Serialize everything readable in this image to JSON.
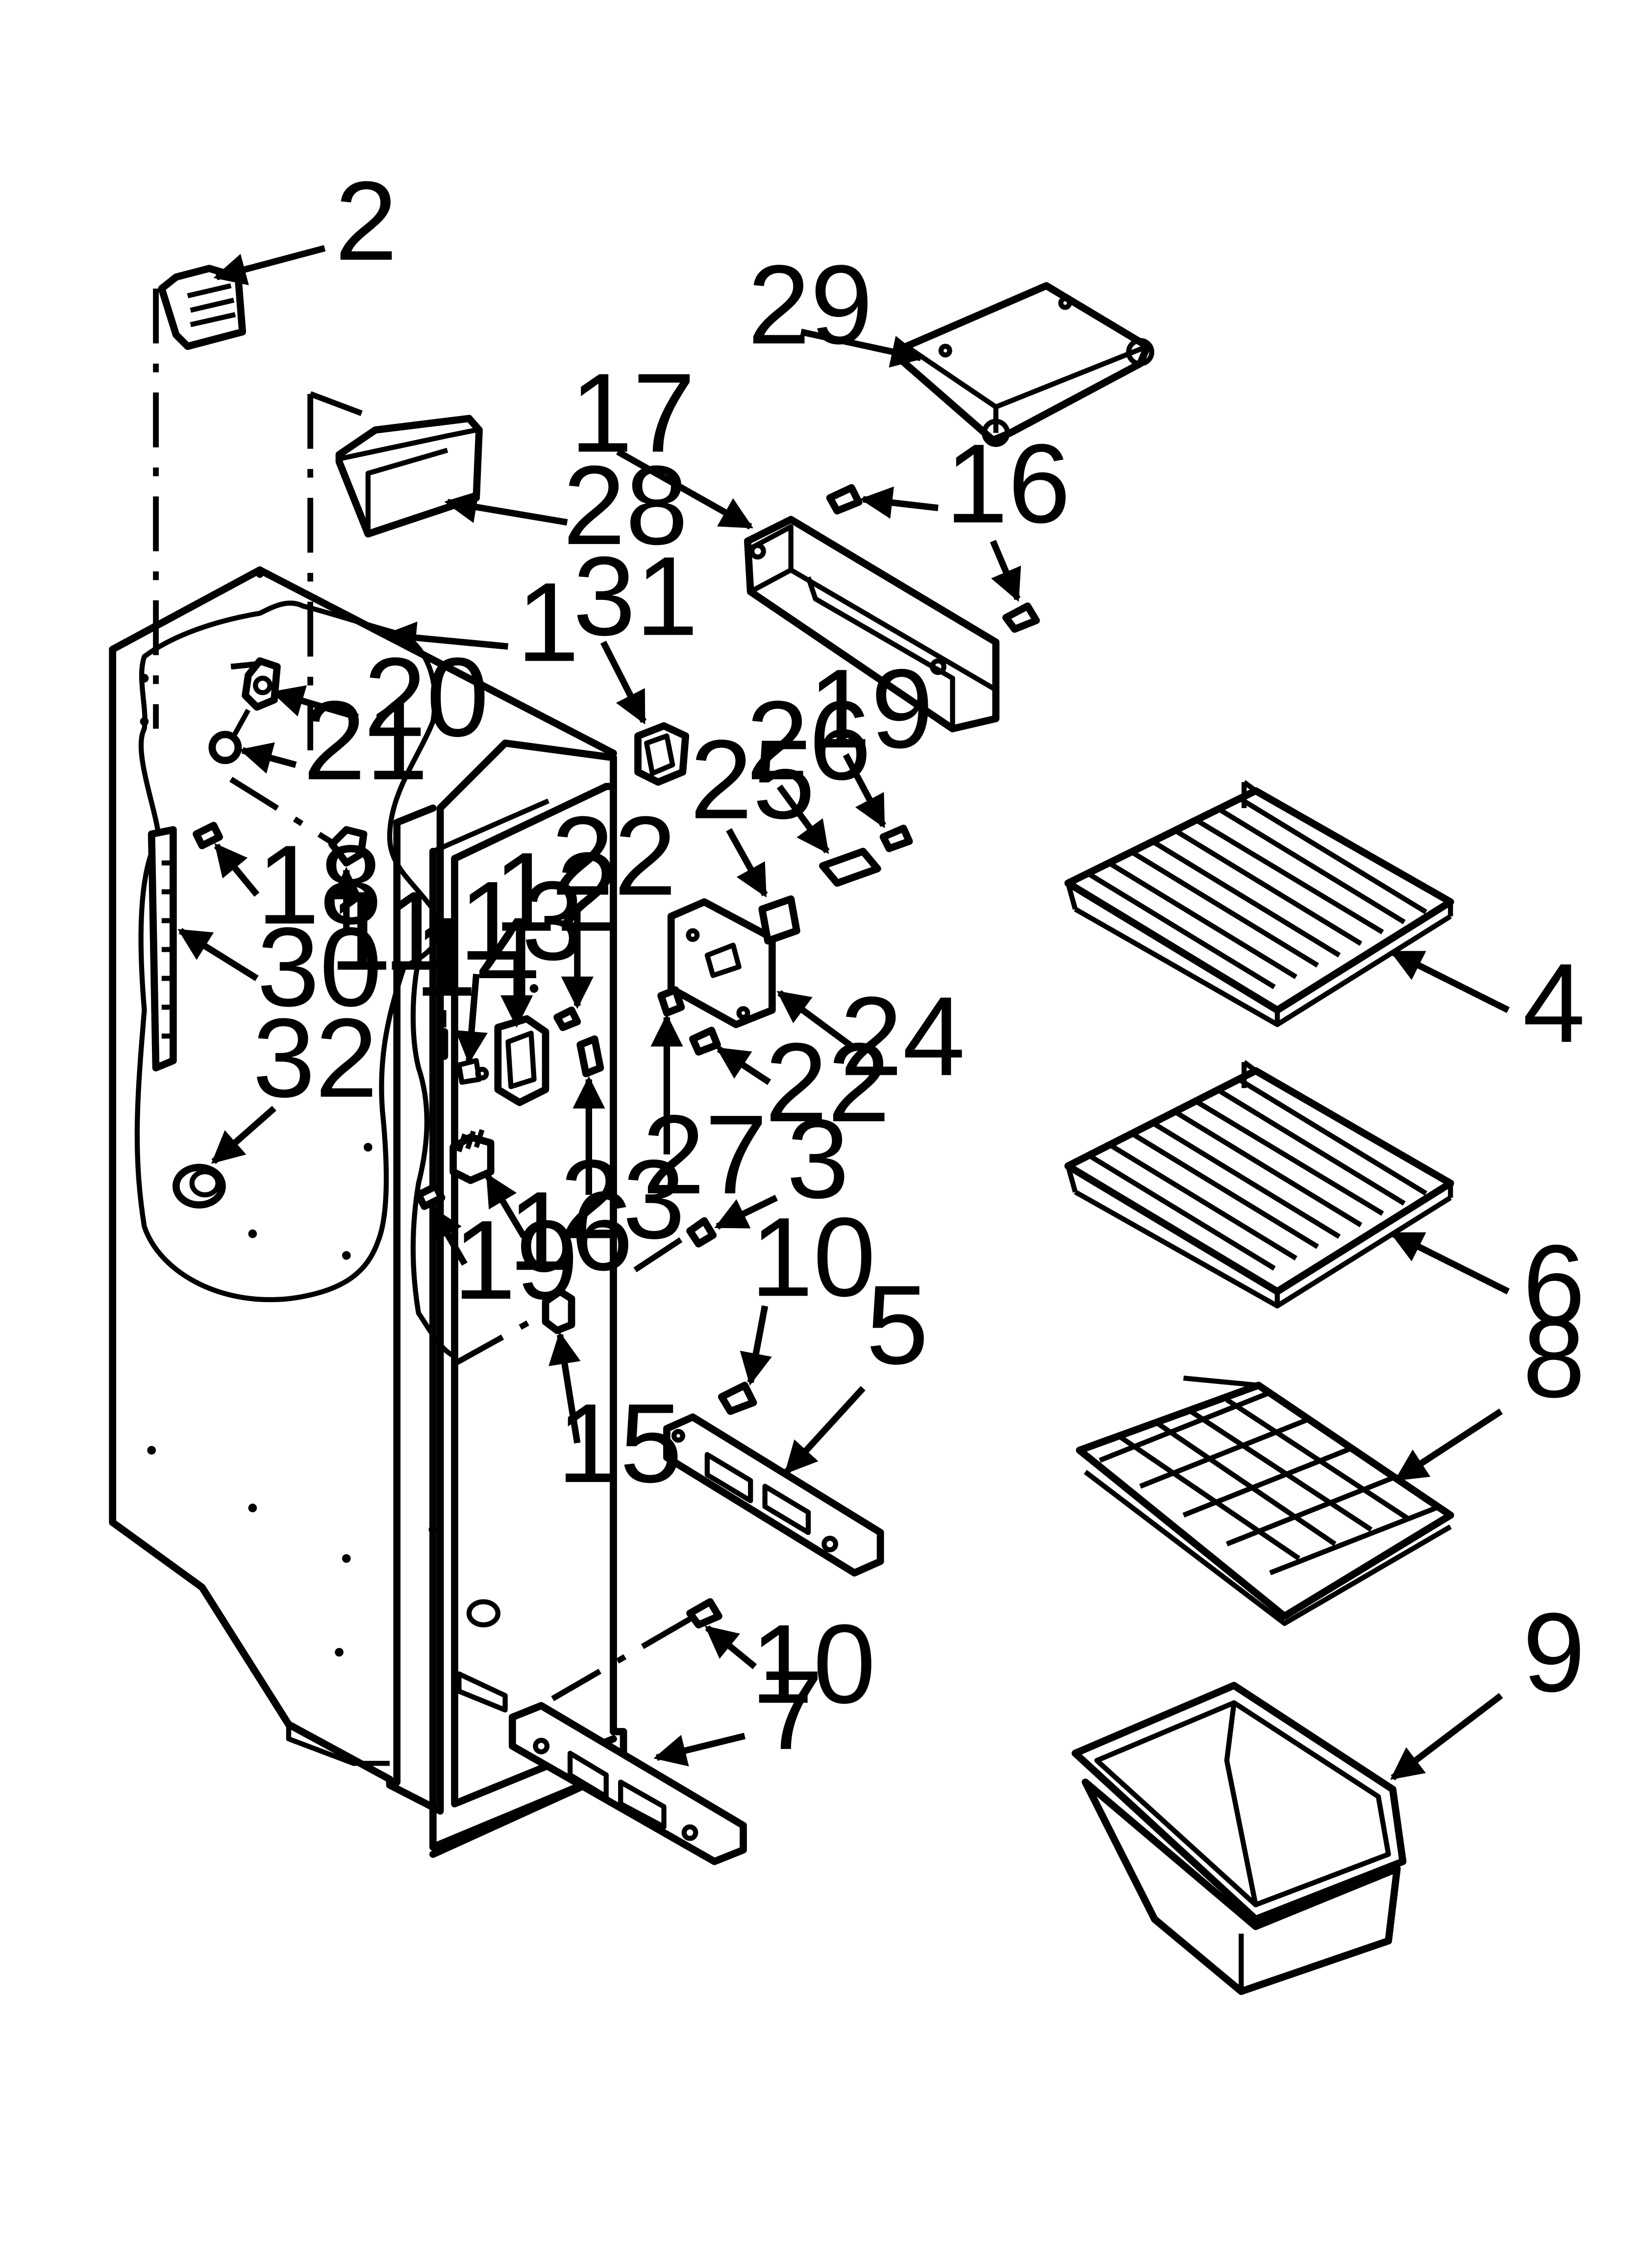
{
  "diagram": {
    "callouts": [
      {
        "id": "c1",
        "label": "1"
      },
      {
        "id": "c2",
        "label": "2"
      },
      {
        "id": "c3",
        "label": "3"
      },
      {
        "id": "c4",
        "label": "4"
      },
      {
        "id": "c5",
        "label": "5"
      },
      {
        "id": "c6",
        "label": "6"
      },
      {
        "id": "c7",
        "label": "7"
      },
      {
        "id": "c8",
        "label": "8"
      },
      {
        "id": "c9",
        "label": "9"
      },
      {
        "id": "c10a",
        "label": "10"
      },
      {
        "id": "c10b",
        "label": "10"
      },
      {
        "id": "c11",
        "label": "11"
      },
      {
        "id": "c12",
        "label": "12"
      },
      {
        "id": "c13",
        "label": "13"
      },
      {
        "id": "c14",
        "label": "14"
      },
      {
        "id": "c15",
        "label": "15"
      },
      {
        "id": "c16a",
        "label": "16"
      },
      {
        "id": "c16b",
        "label": "16"
      },
      {
        "id": "c17",
        "label": "17"
      },
      {
        "id": "c18",
        "label": "18"
      },
      {
        "id": "c19a",
        "label": "19"
      },
      {
        "id": "c19b",
        "label": "19"
      },
      {
        "id": "c20",
        "label": "20"
      },
      {
        "id": "c21",
        "label": "21"
      },
      {
        "id": "c22a",
        "label": "22"
      },
      {
        "id": "c22b",
        "label": "22"
      },
      {
        "id": "c23",
        "label": "23"
      },
      {
        "id": "c24",
        "label": "24"
      },
      {
        "id": "c25",
        "label": "25"
      },
      {
        "id": "c26",
        "label": "26"
      },
      {
        "id": "c27",
        "label": "27"
      },
      {
        "id": "c28",
        "label": "28"
      },
      {
        "id": "c29",
        "label": "29"
      },
      {
        "id": "c30",
        "label": "30"
      },
      {
        "id": "c31",
        "label": "31"
      },
      {
        "id": "c32",
        "label": "32"
      }
    ]
  }
}
